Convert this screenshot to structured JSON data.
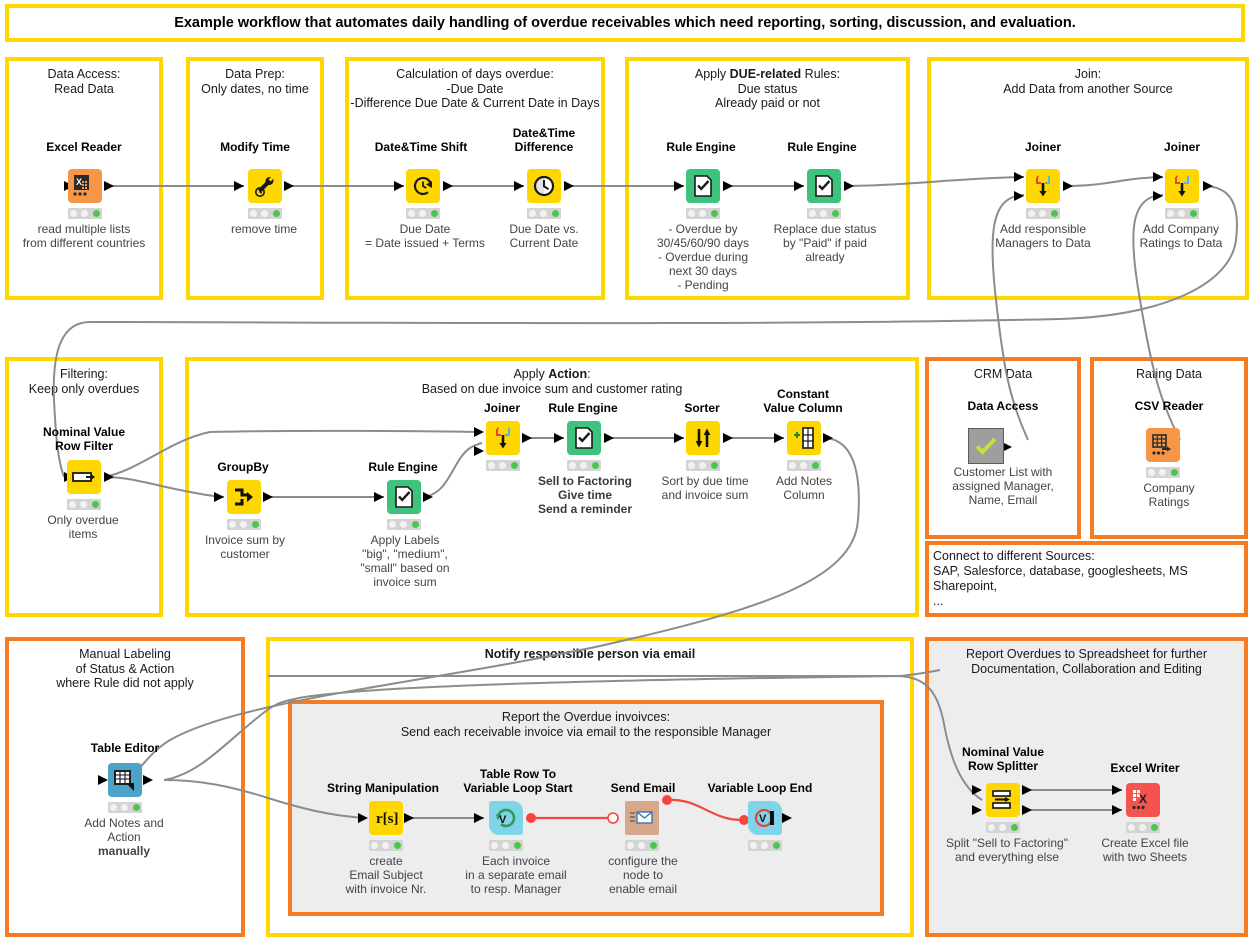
{
  "banner": {
    "title": "Example workflow that automates daily handling of overdue receivables which need reporting, sorting, discussion, and evaluation."
  },
  "panels": {
    "data_access": {
      "title_line1": "Data Access:",
      "title_line2": "Read Data"
    },
    "data_prep": {
      "title_line1": "Data Prep:",
      "title_line2": "Only dates, no time"
    },
    "calc_days": {
      "title_line1": "Calculation of days overdue:",
      "title_line2": "-Due Date",
      "title_line3": "-Difference Due Date & Current Date in Days"
    },
    "due_rules": {
      "title_line1_a": "Apply ",
      "title_line1_b": "DUE-related",
      "title_line1_c": " Rules:",
      "title_line2": "Due status",
      "title_line3": "Already paid or not"
    },
    "join": {
      "title_line1": "Join:",
      "title_line2": "Add Data from another Source"
    },
    "filtering": {
      "title_line1": "Filtering:",
      "title_line2": "Keep only overdues"
    },
    "apply_action": {
      "title_line1_a": "Apply ",
      "title_line1_b": "Action",
      "title_line1_c": ":",
      "title_line2": "Based on due invoice sum and customer rating"
    },
    "crm_data": {
      "title": "CRM Data"
    },
    "rating_data": {
      "title": "Rating Data"
    },
    "sources_note": {
      "line1": "Connect to different Sources:",
      "line2": "SAP, Salesforce, database, googlesheets, MS Sharepoint,",
      "line3": "..."
    },
    "manual_labeling": {
      "title_line1": "Manual Labeling",
      "title_line2": "of Status & Action",
      "title_line3": "where Rule did not apply"
    },
    "notify": {
      "title": "Notify responsible person via email"
    },
    "report_overdue_inner": {
      "title_line1": "Report the Overdue invoivces:",
      "title_line2": "Send each receivable invoice via email to the responsible Manager"
    },
    "report_spreadsheet": {
      "title_line1": "Report Overdues to Spreadsheet for further",
      "title_line2": "Documentation, Collaboration and Editing"
    }
  },
  "nodes": [
    {
      "id": "excel-reader",
      "label": "Excel Reader",
      "desc": [
        "read multiple lists",
        "from different countries"
      ],
      "icon": "excel-reader-icon",
      "color": "#F79646"
    },
    {
      "id": "modify-time",
      "label": "Modify Time",
      "desc": [
        "remove time"
      ],
      "icon": "wrench-clock-icon",
      "color": "#FFD700"
    },
    {
      "id": "datetime-shift",
      "label": "Date&Time Shift",
      "desc": [
        "Due Date",
        "= Date issued + Terms"
      ],
      "icon": "clock-shift-icon",
      "color": "#FFD700"
    },
    {
      "id": "datetime-difference",
      "label_line1": "Date&Time",
      "label_line2": "Difference",
      "label": "Date&Time Difference",
      "desc": [
        "Due Date vs.",
        "Current Date"
      ],
      "icon": "clock-icon",
      "color": "#FFD700"
    },
    {
      "id": "rule-engine-1",
      "label": "Rule Engine",
      "desc": [
        "- Overdue by",
        "30/45/60/90 days",
        "- Overdue during",
        "next 30 days",
        "- Pending"
      ],
      "icon": "rule-engine-icon",
      "color": "#3DC37B"
    },
    {
      "id": "rule-engine-2",
      "label": "Rule Engine",
      "desc": [
        "Replace due status",
        "by \"Paid\" if paid",
        "already"
      ],
      "icon": "rule-engine-icon",
      "color": "#3DC37B"
    },
    {
      "id": "joiner-managers",
      "label": "Joiner",
      "desc": [
        "Add responsible",
        "Managers to Data"
      ],
      "icon": "joiner-icon",
      "color": "#FFD700"
    },
    {
      "id": "joiner-ratings",
      "label": "Joiner",
      "desc": [
        "Add Company",
        "Ratings to Data"
      ],
      "icon": "joiner-icon",
      "color": "#FFD700"
    },
    {
      "id": "nominal-value-row-filter",
      "label_line1": "Nominal Value",
      "label_line2": "Row Filter",
      "label": "Nominal Value Row Filter",
      "desc": [
        "Only overdue",
        "items"
      ],
      "icon": "row-filter-icon",
      "color": "#FFD700"
    },
    {
      "id": "groupby",
      "label": "GroupBy",
      "desc": [
        "Invoice sum by",
        "customer"
      ],
      "icon": "groupby-icon",
      "color": "#FFD700"
    },
    {
      "id": "rule-engine-3",
      "label": "Rule Engine",
      "desc": [
        "Apply Labels",
        "\"big\", \"medium\",",
        "\"small\" based on",
        "invoice sum"
      ],
      "icon": "rule-engine-icon",
      "color": "#3DC37B"
    },
    {
      "id": "joiner-action",
      "label": "Joiner",
      "desc": [],
      "icon": "joiner-icon",
      "color": "#FFD700"
    },
    {
      "id": "rule-engine-4",
      "label": "Rule Engine",
      "desc": [
        "Sell to Factoring",
        "Give time",
        "Send a reminder"
      ],
      "icon": "rule-engine-icon",
      "color": "#3DC37B"
    },
    {
      "id": "sorter",
      "label": "Sorter",
      "desc": [
        "Sort by due time",
        "and invoice sum"
      ],
      "icon": "sorter-icon",
      "color": "#FFD700"
    },
    {
      "id": "constant-value-column",
      "label_line1": "Constant",
      "label_line2": "Value Column",
      "label": "Constant Value Column",
      "desc": [
        "Add Notes",
        "Column"
      ],
      "icon": "constant-value-icon",
      "color": "#FFD700"
    },
    {
      "id": "data-access",
      "label": "Data Access",
      "desc": [
        "Customer List with",
        "assigned Manager,",
        "Name, Email"
      ],
      "icon": "data-access-check-icon",
      "color": "#9E9E9E"
    },
    {
      "id": "csv-reader",
      "label": "CSV Reader",
      "desc": [
        "Company",
        "Ratings"
      ],
      "icon": "csv-reader-icon",
      "color": "#F79646"
    },
    {
      "id": "table-editor",
      "label": "Table Editor",
      "desc": [
        "Add Notes and",
        "Action",
        "manually"
      ],
      "icon": "table-editor-icon",
      "color": "#4BA3C7"
    },
    {
      "id": "string-manipulation",
      "label": "String Manipulation",
      "desc": [
        "create",
        "Email Subject",
        "with invoice Nr."
      ],
      "icon": "string-manipulation-icon",
      "color": "#FFD700"
    },
    {
      "id": "table-row-to-variable-loop-start",
      "label_line1": "Table Row To",
      "label_line2": "Variable Loop Start",
      "label": "Table Row To Variable Loop Start",
      "desc": [
        "Each invoice",
        "in a separate email",
        "to resp. Manager"
      ],
      "icon": "loop-start-icon",
      "color": "#7FD4E8"
    },
    {
      "id": "send-email",
      "label": "Send Email",
      "desc": [
        "configure the",
        "node to",
        "enable email"
      ],
      "icon": "send-email-icon",
      "color": "#D7A78B"
    },
    {
      "id": "variable-loop-end",
      "label": "Variable Loop End",
      "desc": [],
      "icon": "loop-end-icon",
      "color": "#7FD4E8"
    },
    {
      "id": "nominal-value-row-splitter",
      "label_line1": "Nominal Value",
      "label_line2": "Row Splitter",
      "label": "Nominal Value Row Splitter",
      "desc": [
        "Split \"Sell to Factoring\"",
        "and everything else"
      ],
      "icon": "row-splitter-icon",
      "color": "#FFD700"
    },
    {
      "id": "excel-writer",
      "label": "Excel Writer",
      "desc": [
        "Create Excel file",
        "with two Sheets"
      ],
      "icon": "excel-writer-icon",
      "color": "#F4544F"
    }
  ],
  "colors": {
    "panel_yellow": "#FFD700",
    "panel_orange": "#F57C20",
    "node_yellow": "#FFD700",
    "node_green": "#3DC37B",
    "node_orange": "#F79646",
    "node_red": "#F4544F",
    "node_blue": "#4BA3C7",
    "node_loop_blue": "#7FD4E8",
    "node_email_tan": "#D7A78B",
    "node_grey": "#9E9E9E",
    "wire": "#8C8C8C",
    "wire_variable": "#F4463C",
    "status_on": "#4CC54C"
  }
}
